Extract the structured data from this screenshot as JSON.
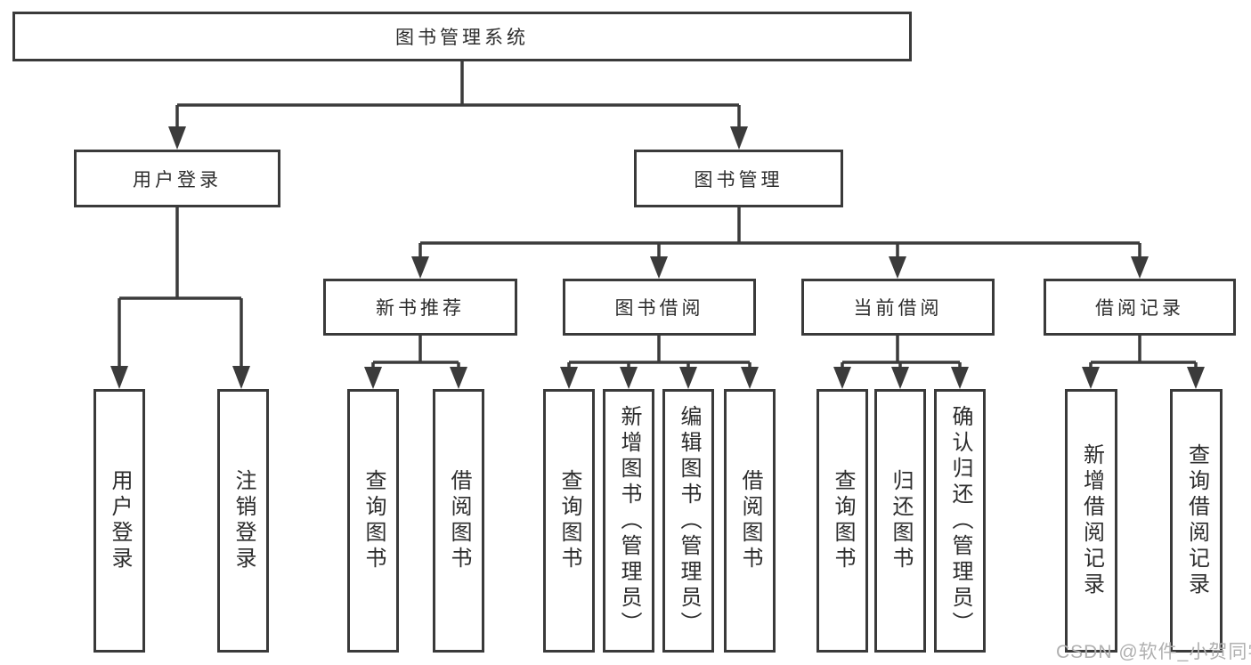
{
  "diagram_type": "hierarchy-tree",
  "colors": {
    "background": "#ffffff",
    "line": "#3b3b3b",
    "box_border": "#3a3a3a",
    "text": "#2d2d2d",
    "watermark": "#b0b0b0"
  },
  "nodes": {
    "root": {
      "label": "图书管理系统"
    },
    "user_login": {
      "label": "用户登录"
    },
    "book_mgmt": {
      "label": "图书管理"
    },
    "new_book_rec": {
      "label": "新书推荐"
    },
    "book_borrow": {
      "label": "图书借阅"
    },
    "current_borrow": {
      "label": "当前借阅"
    },
    "borrow_records": {
      "label": "借阅记录"
    },
    "leaf_user_login": {
      "label": "用户登录"
    },
    "leaf_logout": {
      "label": "注销登录"
    },
    "leaf_nbr_query": {
      "label": "查询图书"
    },
    "leaf_nbr_borrow": {
      "label": "借阅图书"
    },
    "leaf_bb_query": {
      "label": "查询图书"
    },
    "leaf_bb_add": {
      "label": "新增图书（管理员）"
    },
    "leaf_bb_edit": {
      "label": "编辑图书（管理员）"
    },
    "leaf_bb_borrow": {
      "label": "借阅图书"
    },
    "leaf_cb_query": {
      "label": "查询图书"
    },
    "leaf_cb_return": {
      "label": "归还图书"
    },
    "leaf_cb_confirm": {
      "label": "确认归还（管理员）"
    },
    "leaf_br_add": {
      "label": "新增借阅记录"
    },
    "leaf_br_query": {
      "label": "查询借阅记录"
    }
  },
  "watermark": {
    "text": "CSDN @软件_小贺同学"
  }
}
